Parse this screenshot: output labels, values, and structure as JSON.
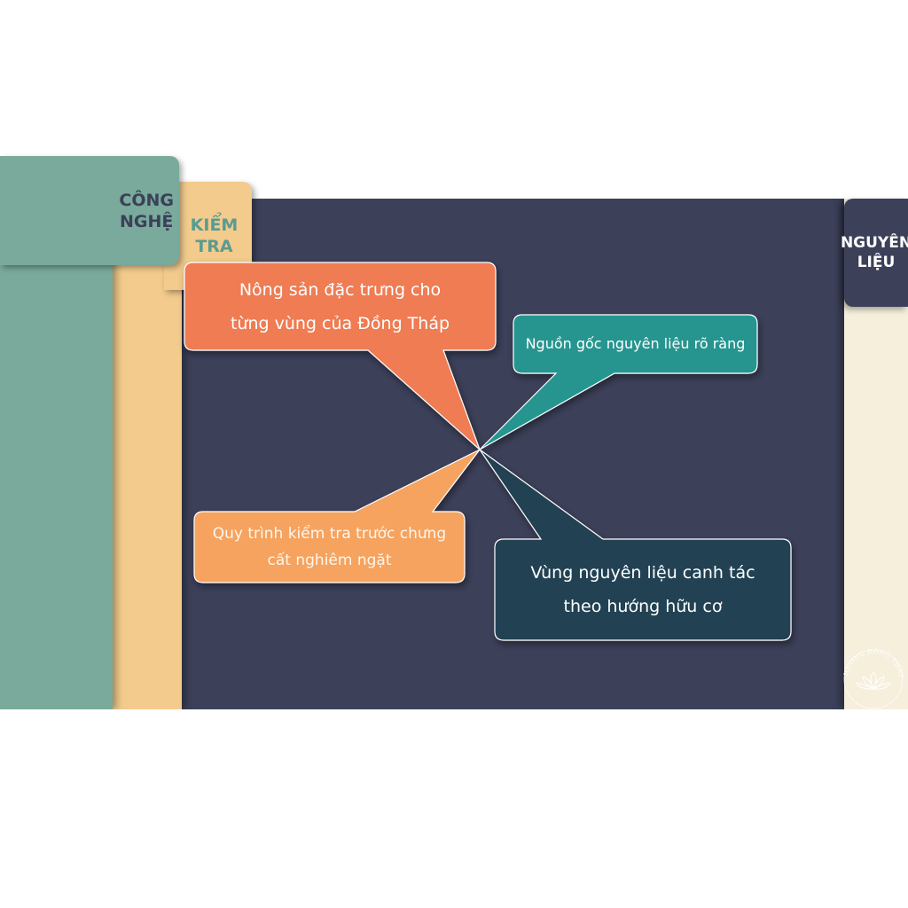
{
  "tabs": {
    "cong_nghe": "CÔNG\nNGHỆ",
    "kiem_tra": "KIỂM\nTRA",
    "nguyen_lieu": "NGUYÊN\nLIỆU"
  },
  "callouts": [
    {
      "text": "Nông sản đặc trưng cho\ntừng vùng của Đồng Tháp",
      "color": "#ef7b52"
    },
    {
      "text": "Nguồn gốc nguyên liệu rõ ràng",
      "color": "#27958f"
    },
    {
      "text": "Quy trình kiểm tra trước chưng\ncất nghiêm ngặt",
      "color": "#f5a35f"
    },
    {
      "text": "Vùng nguyên liệu canh tác\ntheo hướng hữu cơ",
      "color": "#234352"
    }
  ],
  "logo": {
    "text": "HƯƠNG ĐỒNG THÁP",
    "icon": "lotus-icon"
  },
  "colors": {
    "background": "#3c4059",
    "green": "#79aa9b",
    "cream": "#f2cb8d",
    "light_cream": "#f5efdc"
  }
}
